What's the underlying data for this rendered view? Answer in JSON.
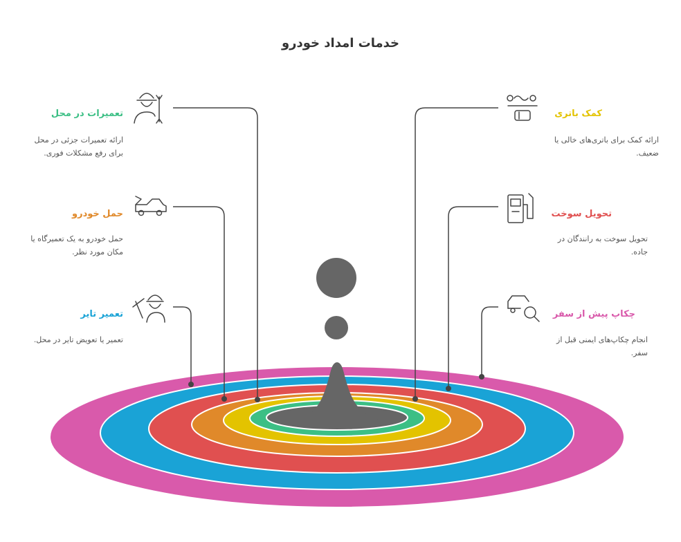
{
  "title": "خدمات امداد خودرو",
  "items_left": [
    {
      "title": "تعمیرات در محل",
      "desc": "ارائه تعمیرات جزئی در محل برای رفع مشکلات فوری.",
      "color": "#3cbf85",
      "icon": "mechanic-wrench-icon"
    },
    {
      "title": "حمل خودرو",
      "desc": "حمل خودرو به یک تعمیرگاه یا مکان مورد نظر.",
      "color": "#e0892a",
      "icon": "tow-car-icon"
    },
    {
      "title": "تعمیر تایر",
      "desc": "تعمیر یا تعویض تایر در محل.",
      "color": "#1aa3d6",
      "icon": "tire-mechanic-icon"
    }
  ],
  "items_right": [
    {
      "title": "کمک باتری",
      "desc": "ارائه کمک برای باتری‌های خالی یا ضعیف.",
      "color": "#e3c300",
      "icon": "battery-icon"
    },
    {
      "title": "تحویل سوخت",
      "desc": "تحویل سوخت به رانندگان در جاده.",
      "color": "#e05050",
      "icon": "fuel-pump-icon"
    },
    {
      "title": "چکاپ پیش از سفر",
      "desc": "انجام چکاپ‌های ایمنی قبل از سفر.",
      "color": "#d95aab",
      "icon": "car-inspection-icon"
    }
  ],
  "rings": [
    {
      "color": "#d95aab"
    },
    {
      "color": "#1aa3d6"
    },
    {
      "color": "#e05050"
    },
    {
      "color": "#e0892a"
    },
    {
      "color": "#e3c300"
    },
    {
      "color": "#3cbf85"
    },
    {
      "color": "#666666"
    }
  ]
}
